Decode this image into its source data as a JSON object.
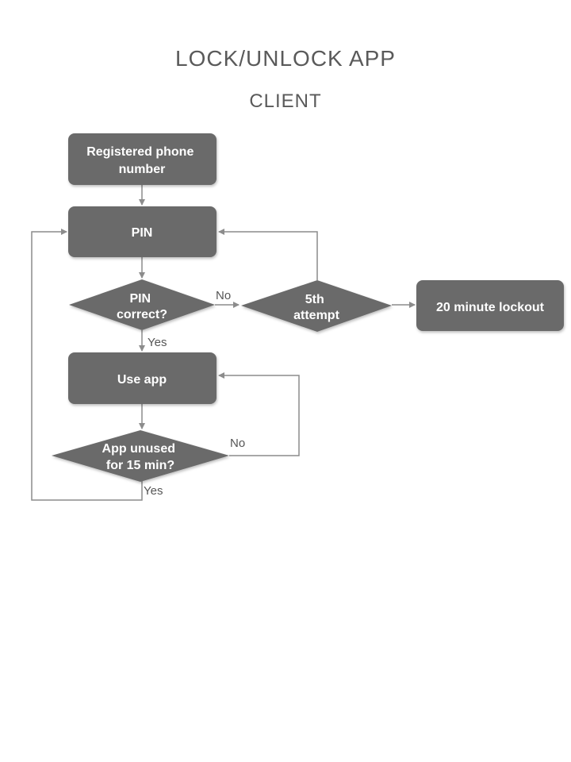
{
  "header": {
    "title": "LOCK/UNLOCK APP",
    "subtitle": "CLIENT"
  },
  "nodes": {
    "registered_phone": {
      "lines": [
        "Registered phone",
        "number"
      ]
    },
    "pin": {
      "lines": [
        "PIN"
      ]
    },
    "pin_correct": {
      "lines": [
        "PIN",
        "correct?"
      ]
    },
    "fifth_attempt": {
      "lines": [
        "5th",
        "attempt"
      ]
    },
    "lockout": {
      "lines": [
        "20 minute lockout"
      ]
    },
    "use_app": {
      "lines": [
        "Use app"
      ]
    },
    "app_unused": {
      "lines": [
        "App unused",
        "for 15 min?"
      ]
    }
  },
  "edge_labels": {
    "pin_correct_no": "No",
    "pin_correct_yes": "Yes",
    "unused_no": "No",
    "unused_yes": "Yes"
  },
  "colors": {
    "node_fill": "#6b6b6b",
    "edge_stroke": "#8c8c8c",
    "title_text": "#5a5a5a"
  }
}
